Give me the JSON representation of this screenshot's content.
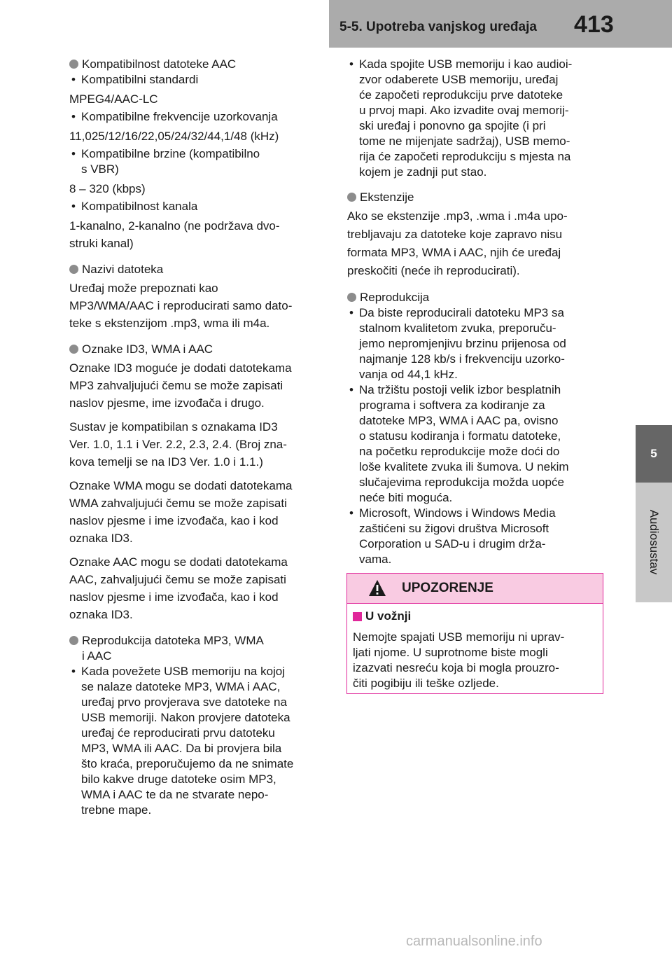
{
  "header": {
    "section_title": "5-5. Upotreba vanjskog uređaja",
    "page_number": "413"
  },
  "side_tab": {
    "chapter_number": "5",
    "chapter_title": "Audiosustav"
  },
  "left_column": {
    "aac": {
      "heading": "Kompatibilnost datoteke AAC",
      "item1": "Kompatibilni standardi",
      "value1": "MPEG4/AAC-LC",
      "item2": "Kompatibilne frekvencije uzorkovanja",
      "value2": "11,025/12/16/22,05/24/32/44,1/48 (kHz)",
      "item3_line1": "Kompatibilne brzine (kompatibilno",
      "item3_line2": "s VBR)",
      "value3": "8 – 320 (kbps)",
      "item4": "Kompatibilnost kanala",
      "value4_line1": "1-kanalno, 2-kanalno (ne podržava dvo-",
      "value4_line2": "struki kanal)"
    },
    "names": {
      "heading": "Nazivi datoteka",
      "lines": [
        "Uređaj može prepoznati kao",
        "MP3/WMA/AAC i reproducirati samo dato-",
        "teke s ekstenzijom .mp3, wma ili m4a."
      ]
    },
    "tags": {
      "heading": "Oznake ID3, WMA i AAC",
      "p1": [
        "Oznake ID3 moguće je dodati datotekama",
        "MP3 zahvaljujući čemu se može zapisati",
        "naslov pjesme, ime izvođača i drugo."
      ],
      "p2": [
        "Sustav je kompatibilan s oznakama ID3",
        "Ver. 1.0, 1.1 i Ver. 2.2, 2.3, 2.4. (Broj zna-",
        "kova temelji se na ID3 Ver. 1.0 i 1.1.)"
      ],
      "p3": [
        "Oznake WMA mogu se dodati datotekama",
        "WMA zahvaljujući čemu se može zapisati",
        "naslov pjesme i ime izvođača, kao i kod",
        "oznaka ID3."
      ],
      "p4": [
        "Oznake AAC mogu se dodati datotekama",
        "AAC, zahvaljujući čemu se može zapisati",
        "naslov pjesme i ime izvođača, kao i kod",
        "oznaka ID3."
      ]
    },
    "playback": {
      "heading_line1": "Reprodukcija datoteka MP3, WMA",
      "heading_line2": "i AAC",
      "item_lines": [
        "Kada povežete USB memoriju na kojoj",
        "se nalaze datoteke MP3, WMA i AAC,",
        "uređaj prvo provjerava sve datoteke na",
        "USB memoriji. Nakon provjere datoteka",
        "uređaj će reproducirati prvu datoteku",
        "MP3, WMA ili AAC. Da bi provjera bila",
        "što kraća, preporučujemo da ne snimate",
        "bilo kakve druge datoteke osim MP3,",
        "WMA i AAC te da ne stvarate nepo-",
        "trebne mape."
      ]
    }
  },
  "right_column": {
    "usb_item_lines": [
      "Kada spojite USB memoriju i kao audioi-",
      "zvor odaberete USB memoriju, uređaj",
      "će započeti reprodukciju prve datoteke",
      "u prvoj mapi. Ako izvadite ovaj memorij-",
      "ski uređaj i ponovno ga spojite (i pri",
      "tome ne mijenjate sadržaj), USB memo-",
      "rija će započeti reprodukciju s mjesta na",
      "kojem je zadnji put stao."
    ],
    "extensions": {
      "heading": "Ekstenzije",
      "lines": [
        "Ako se ekstenzije .mp3, .wma i .m4a upo-",
        "trebljavaju za datoteke koje zapravo nisu",
        "formata MP3, WMA i AAC, njih će uređaj",
        "preskočiti (neće ih reproducirati)."
      ]
    },
    "reproduction": {
      "heading": "Reprodukcija",
      "item1_lines": [
        "Da biste reproducirali datoteku MP3 sa",
        "stalnom kvalitetom zvuka, preporuču-",
        "jemo nepromjenjivu brzinu prijenosa od",
        "najmanje 128 kb/s i frekvenciju uzorko-",
        "vanja od 44,1 kHz."
      ],
      "item2_lines": [
        "Na tržištu postoji velik izbor besplatnih",
        "programa i softvera za kodiranje za",
        "datoteke MP3, WMA i AAC pa, ovisno",
        "o statusu kodiranja i formatu datoteke,",
        "na početku reprodukcije može doći do",
        "loše kvalitete zvuka ili šumova. U nekim",
        "slučajevima reprodukcija možda uopće",
        "neće biti moguća."
      ],
      "item3_lines": [
        "Microsoft, Windows i Windows Media",
        "zaštićeni su žigovi društva Microsoft",
        "Corporation u SAD-u i drugim drža-",
        "vama."
      ]
    }
  },
  "warning": {
    "title": "UPOZORENJE",
    "subheading": "U vožnji",
    "body_lines": [
      "Nemojte spajati USB memoriju ni uprav-",
      "ljati njome. U suprotnome biste mogli",
      "izazvati nesreću koja bi mogla prouzro-",
      "čiti pogibiju ili teške ozljede."
    ],
    "icon": "warning-triangle-icon",
    "accent_color": "#e0279a",
    "header_fill": "#f9cbe2"
  },
  "footer": {
    "watermark": "carmanualsonline.info"
  }
}
